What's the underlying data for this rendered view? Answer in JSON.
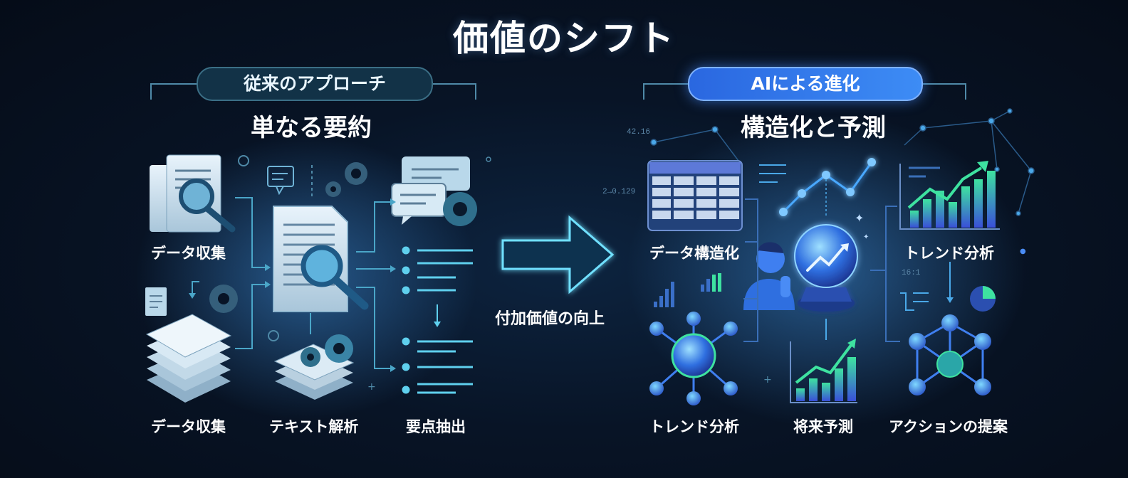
{
  "title": "価値のシフト",
  "left": {
    "badge": "従来のアプローチ",
    "subtitle": "単なる要約",
    "labels": {
      "collect_top": "データ収集",
      "collect_bottom": "データ収集",
      "text_analysis": "テキスト解析",
      "key_points": "要点抽出"
    }
  },
  "center": {
    "label": "付加価値の向上"
  },
  "right": {
    "badge": "AIによる進化",
    "subtitle": "構造化と予測",
    "labels": {
      "structuring": "データ構造化",
      "trend_top": "トレンド分析",
      "trend_bottom": "トレンド分析",
      "forecast": "将来予測",
      "action": "アクションの提案"
    },
    "decor_numbers": {
      "n1": "42.16",
      "n2": "2→0.129",
      "n3": "16:1"
    }
  },
  "colors": {
    "cyan": "#45c8f0",
    "blue": "#3d8cf5",
    "green": "#3ee2a0",
    "purple": "#6e5bd8"
  }
}
